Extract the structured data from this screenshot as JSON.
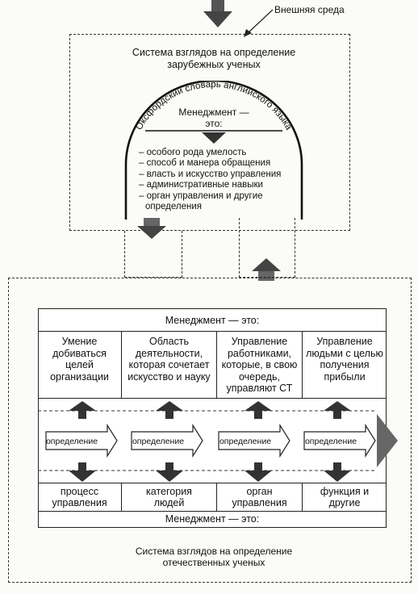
{
  "external_env": "Внешняя среда",
  "foreign_system": "Система взглядов на определение зарубежных ученых",
  "oxford": "Оксфордский словарь английского языка",
  "management_is_dash": "Менеджмент —",
  "is_word": "это:",
  "definitions": [
    "– особого рода умелость",
    "– способ и манера обращения",
    "– власть и искусство управления",
    "– административные навыки",
    "– орган управления и другие",
    "определения"
  ],
  "inner_header": "Менеджмент — это:",
  "columns": [
    "Умение добиваться целей организации",
    "Область деятельности, которая сочетает искусство и науку",
    "Управление работниками, которые, в свою очередь, управляют СТ",
    "Управление людьми с целью получения прибыли"
  ],
  "arrow_label": "определение",
  "bottom_cells": [
    "процесс управления",
    "категория людей",
    "орган управления",
    "функция и другие"
  ],
  "inner_footer": "Менеджмент — это:",
  "domestic_system": "Система взглядов на определение отечественных ученых"
}
